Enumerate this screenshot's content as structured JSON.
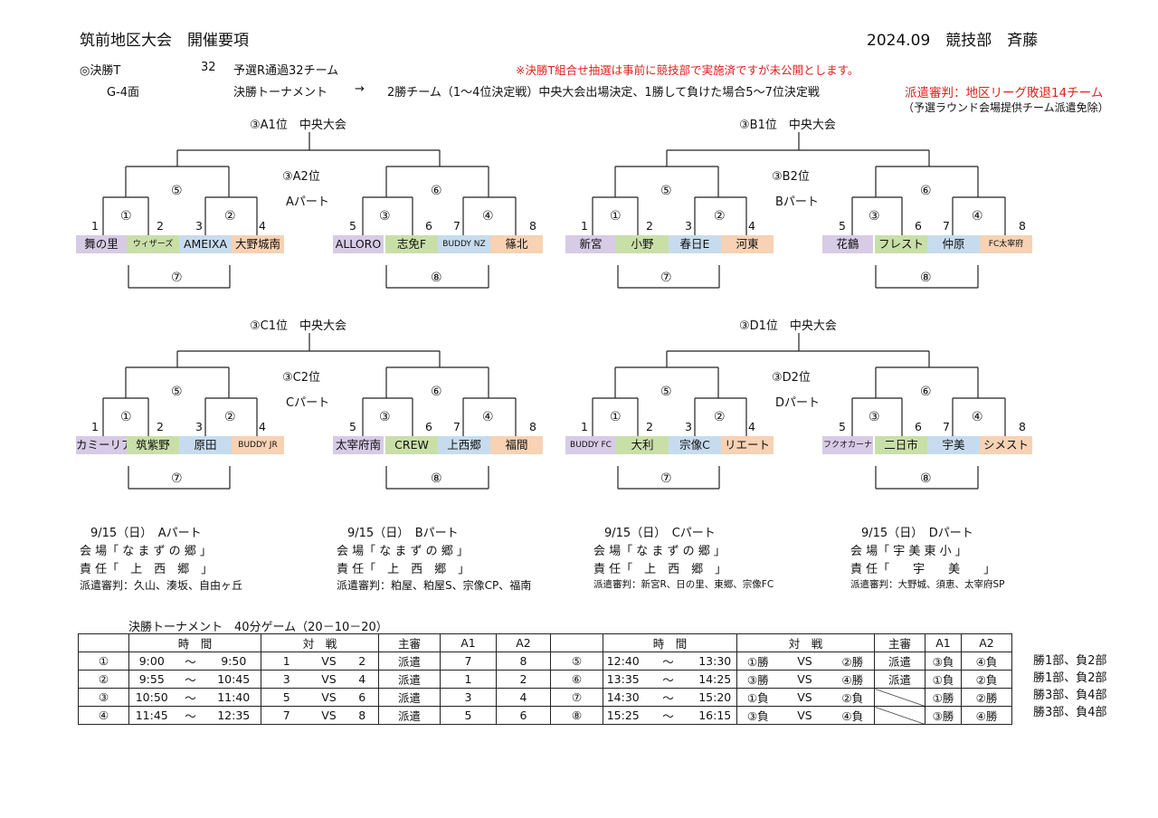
{
  "header": {
    "title": "筑前地区大会　開催要項",
    "date_author": "2024.09　競技部　斉藤"
  },
  "info": {
    "final_t": "◎決勝T",
    "count": "32",
    "qualify": "予選R通過32チーム",
    "notice": "※決勝T組合せ抽選は事前に競技部で実施済ですが未公開とします。",
    "courts": "G-4面",
    "tournament": "決勝トーナメント",
    "arrow": "→",
    "desc": "2勝チーム（1～4位決定戦）中央大会出場決定、1勝して負けた場合5～7位決定戦",
    "referee": "派遣審判：地区リーグ敗退14チーム",
    "referee_note": "（予選ラウンド会場提供チーム派遣免除）"
  },
  "brackets": [
    {
      "top": "③A1位　中央大会",
      "second": "③A2位",
      "part": "Aパート",
      "teams": [
        {
          "label": "舞の里",
          "color": "pur",
          "small": false
        },
        {
          "label": "ウィザーズ",
          "color": "grn",
          "small": true
        },
        {
          "label": "AMEIXA",
          "color": "blu",
          "small": false
        },
        {
          "label": "大野城南",
          "color": "org",
          "small": false
        },
        {
          "label": "ALLORO",
          "color": "pur",
          "small": false
        },
        {
          "label": "志免F",
          "color": "grn",
          "small": false
        },
        {
          "label": "BUDDY NZ",
          "color": "blu",
          "small": true
        },
        {
          "label": "篠北",
          "color": "org",
          "small": false
        }
      ]
    },
    {
      "top": "③B1位　中央大会",
      "second": "③B2位",
      "part": "Bパート",
      "teams": [
        {
          "label": "新宮",
          "color": "pur",
          "small": false
        },
        {
          "label": "小野",
          "color": "grn",
          "small": false
        },
        {
          "label": "春日E",
          "color": "blu",
          "small": false
        },
        {
          "label": "河東",
          "color": "org",
          "small": false
        },
        {
          "label": "花鶴",
          "color": "pur",
          "small": false
        },
        {
          "label": "フレスト",
          "color": "grn",
          "small": false
        },
        {
          "label": "仲原",
          "color": "blu",
          "small": false
        },
        {
          "label": "FC太宰府",
          "color": "org",
          "small": true
        }
      ]
    },
    {
      "top": "③C1位　中央大会",
      "second": "③C2位",
      "part": "Cパート",
      "teams": [
        {
          "label": "カミーリア",
          "color": "pur",
          "small": false
        },
        {
          "label": "筑紫野",
          "color": "grn",
          "small": false
        },
        {
          "label": "原田",
          "color": "blu",
          "small": false
        },
        {
          "label": "BUDDY JR",
          "color": "org",
          "small": true
        },
        {
          "label": "太宰府南",
          "color": "pur",
          "small": false
        },
        {
          "label": "CREW",
          "color": "grn",
          "small": false
        },
        {
          "label": "上西郷",
          "color": "blu",
          "small": false
        },
        {
          "label": "福間",
          "color": "org",
          "small": false
        }
      ]
    },
    {
      "top": "③D1位　中央大会",
      "second": "③D2位",
      "part": "Dパート",
      "teams": [
        {
          "label": "BUDDY FC",
          "color": "pur",
          "small": true
        },
        {
          "label": "大利",
          "color": "grn",
          "small": false
        },
        {
          "label": "宗像C",
          "color": "blu",
          "small": false
        },
        {
          "label": "リエート",
          "color": "org",
          "small": false
        },
        {
          "label": "フクオカーナ",
          "color": "pur",
          "small": true
        },
        {
          "label": "二日市",
          "color": "grn",
          "small": false
        },
        {
          "label": "宇美",
          "color": "blu",
          "small": false
        },
        {
          "label": "シメスト",
          "color": "org",
          "small": false
        }
      ]
    }
  ],
  "bracket_marks": {
    "seeds": [
      "1",
      "2",
      "3",
      "4",
      "5",
      "6",
      "7",
      "8"
    ],
    "m1": "①",
    "m2": "②",
    "m3": "③",
    "m4": "④",
    "m5": "⑤",
    "m6": "⑥",
    "m7": "⑦",
    "m8": "⑧"
  },
  "venues": [
    {
      "date": "9/15（日）　Aパート",
      "venue": "会 場「 な ま ず の 郷 」",
      "resp": "責 任「　上　西　郷　」",
      "ref": "派遣審判：久山、湊坂、自由ヶ丘"
    },
    {
      "date": "9/15（日）　Bパート",
      "venue": "会 場「 な ま ず の 郷 」",
      "resp": "責 任「　上　西　郷　」",
      "ref": "派遣審判：粕屋、粕屋S、宗像CP、福南"
    },
    {
      "date": "9/15（日）　Cパート",
      "venue": "会 場「 な ま ず の 郷 」",
      "resp": "責 任「　上　西　郷　」",
      "ref": "派遣審判：新宮R、日の里、東郷、宗像FC"
    },
    {
      "date": "9/15（日）　Dパート",
      "venue": "会 場「 宇 美 東 小 」",
      "resp": "責 任「　　宇　　美　　」",
      "ref": "派遣審判：大野城、須恵、太宰府SP"
    }
  ],
  "schedule": {
    "caption": "決勝トーナメント　40分ゲーム（20－10－20）",
    "headers": {
      "time": "時　間",
      "match": "対　戦",
      "referee": "主審",
      "a1": "A1",
      "a2": "A2"
    },
    "rows": [
      {
        "no": "①",
        "start": "9:00",
        "tilde": "～",
        "end": "9:50",
        "t1": "1",
        "vs": "VS",
        "t2": "2",
        "ref": "派遣",
        "a1": "7",
        "a2": "8",
        "no2": "⑤",
        "start2": "12:40",
        "end2": "13:30",
        "m1": "①勝",
        "m2": "②勝",
        "ref2": "派遣",
        "b1": "③負",
        "b2": "④負",
        "note": "勝1部、負2部",
        "diag": false
      },
      {
        "no": "②",
        "start": "9:55",
        "tilde": "～",
        "end": "10:45",
        "t1": "3",
        "vs": "VS",
        "t2": "4",
        "ref": "派遣",
        "a1": "1",
        "a2": "2",
        "no2": "⑥",
        "start2": "13:35",
        "end2": "14:25",
        "m1": "③勝",
        "m2": "④勝",
        "ref2": "派遣",
        "b1": "①負",
        "b2": "②負",
        "note": "勝1部、負2部",
        "diag": false
      },
      {
        "no": "③",
        "start": "10:50",
        "tilde": "～",
        "end": "11:40",
        "t1": "5",
        "vs": "VS",
        "t2": "6",
        "ref": "派遣",
        "a1": "3",
        "a2": "4",
        "no2": "⑦",
        "start2": "14:30",
        "end2": "15:20",
        "m1": "①負",
        "m2": "②負",
        "ref2": "",
        "b1": "①勝",
        "b2": "②勝",
        "note": "勝3部、負4部",
        "diag": true
      },
      {
        "no": "④",
        "start": "11:45",
        "tilde": "～",
        "end": "12:35",
        "t1": "7",
        "vs": "VS",
        "t2": "8",
        "ref": "派遣",
        "a1": "5",
        "a2": "6",
        "no2": "⑧",
        "start2": "15:25",
        "end2": "16:15",
        "m1": "③負",
        "m2": "④負",
        "ref2": "",
        "b1": "③勝",
        "b2": "④勝",
        "note": "勝3部、負4部",
        "diag": true
      }
    ]
  }
}
